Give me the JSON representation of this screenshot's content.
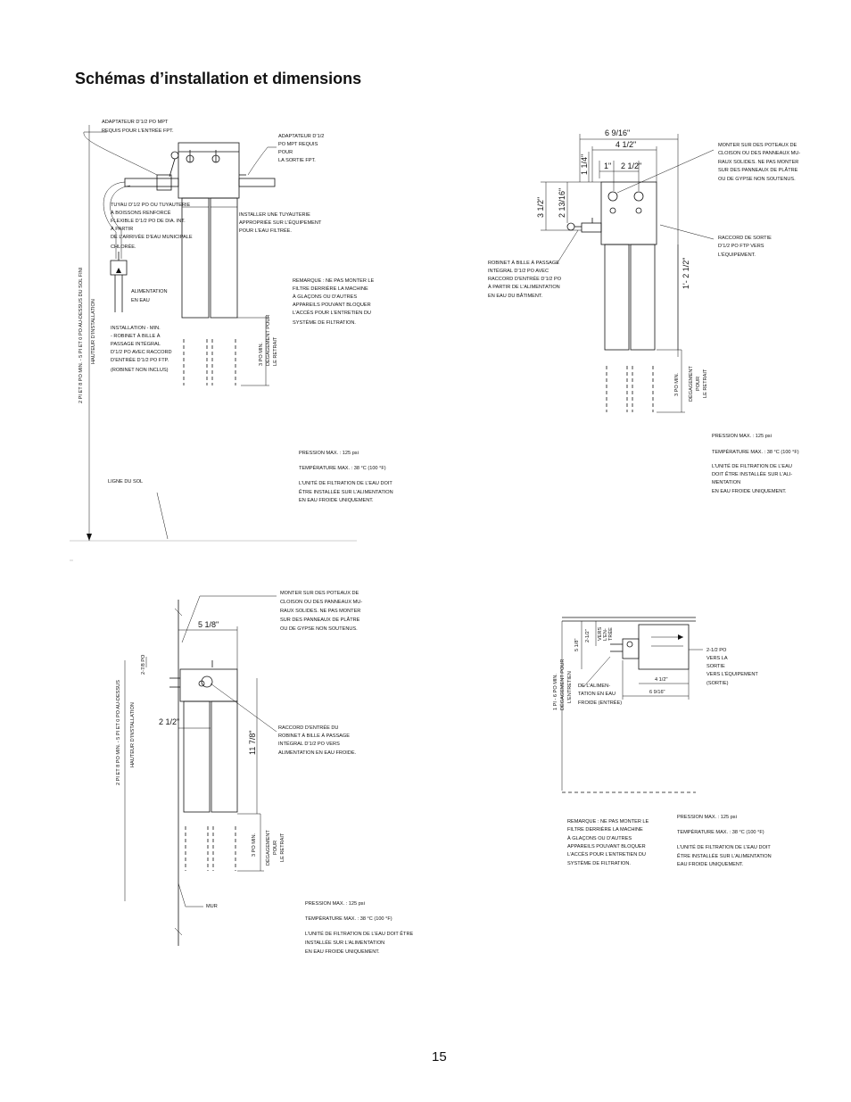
{
  "page": {
    "title": "Schémas d’installation et dimensions",
    "number": "15"
  },
  "diagram1": {
    "adapter_inlet": [
      "ADAPTATEUR D’1/2 PO MPT",
      "REQUIS POUR L’ENTRÉE FPT."
    ],
    "adapter_outlet": [
      "ADAPTATEUR D’1/2",
      "PO MPT REQUIS",
      "POUR",
      "LA SORTIE FPT."
    ],
    "tubing": [
      "TUYAU D’1/2 PO OU TUYAUTERIE",
      "À BOISSONS RENFORCÉ",
      "FLEXIBLE D’1/2 PO DE DIA. INT.",
      "À PARTIR",
      "DE L’ARRIVÉE D’EAU MUNICIPALE",
      "CHLORÉE."
    ],
    "install_pipe": [
      "INSTALLER UNE TUYAUTERIE",
      "APPROPRIÉE SUR L’ÉQUIPEMENT",
      "POUR L’EAU FILTRÉE."
    ],
    "water_supply": [
      "ALIMENTATION",
      "EN EAU"
    ],
    "install_min": [
      "INSTALLATION - MIN.",
      "- ROBINET À BILLE À",
      "PASSAGE INTÉGRAL",
      "D’1/2 PO AVEC RACCORD",
      "D’ENTRÉE D’1/2 PO FTP.",
      "(ROBINET NON INCLUS)"
    ],
    "note": [
      "REMARQUE : NE PAS MONTER LE",
      "FILTRE DERRIÈRE LA MACHINE",
      "À GLAÇONS OU D’AUTRES",
      "APPAREILS POUVANT BLOQUER",
      "L’ACCÈS POUR L’ENTRETIEN DU",
      "SYSTÈME DE FILTRATION."
    ],
    "clearance": [
      "3 PO MIN.",
      "DÉGAGEMENT POUR",
      "LE RETRAIT"
    ],
    "height": [
      "2 PI ET 8 PO MIN. - 5 PI ET 0 PO AU-DESSUS DU SOL FINI",
      "HAUTEUR D’INSTALLATION"
    ],
    "floor_line": "LIGNE DU SOL",
    "pressure": "PRESSION MAX. : 125 psi",
    "temperature": "TEMPÉRATURE MAX. : 38 °C (100 °F)",
    "cold_water": [
      "L’UNITÉ DE FILTRATION DE L’EAU DOIT",
      "ÊTRE INSTALLÉE SUR L’ALIMENTATION",
      "EN EAU FROIDE UNIQUEMENT."
    ]
  },
  "diagram2": {
    "dims": [
      "6 9/16\"",
      "4 1/2\"",
      "1 1/4\"",
      "1\"",
      "2 1/2\"",
      "3 1/2\"",
      "2 13/16\"",
      "1'- 2 1/2\""
    ],
    "mount": [
      "MONTER SUR DES POTEAUX DE",
      "CLOISON OU DES PANNEAUX MU-",
      "RAUX SOLIDES. NE PAS MONTER",
      "SUR DES PANNEAUX DE PLÂTRE",
      "OU DE GYPSE NON SOUTENUS."
    ],
    "outlet": [
      "RACCORD DE SORTIE",
      "D’1/2 PO FTP VERS",
      "L’ÉQUIPEMENT."
    ],
    "ball_valve": [
      "ROBINET À BILLE À PASSAGE",
      "INTÉGRAL D’1/2 PO AVEC",
      "RACCORD D’ENTRÉE D’1/2 PO",
      "À PARTIR DE L’ALIMENTATION",
      "EN EAU DU BÂTIMENT."
    ],
    "clearance": [
      "3 PO MIN.",
      "DÉGAGEMENT",
      "POUR",
      "LE RETRAIT"
    ],
    "pressure": "PRESSION MAX. : 125 psi",
    "temperature": "TEMPÉRATURE MAX. : 38 °C (100 °F)",
    "cold_water": [
      "L’UNITÉ DE FILTRATION DE L’EAU",
      "DOIT ÊTRE INSTALLÉE SUR L’ALI-",
      "MENTATION",
      "EN EAU FROIDE UNIQUEMENT."
    ]
  },
  "diagram3": {
    "dims": [
      "5 1/8\"",
      "2-7/8 PO",
      "2 1/2\"",
      "11 7/8\""
    ],
    "mount": [
      "MONTER SUR DES POTEAUX DE",
      "CLOISON OU DES PANNEAUX MU-",
      "RAUX SOLIDES. NE PAS MONTER",
      "SUR DES PANNEAUX DE PLÂTRE",
      "OU DE GYPSE NON SOUTENUS."
    ],
    "inlet": [
      "RACCORD D’ENTRÉE DU",
      "ROBINET À BILLE À PASSAGE",
      "INTÉGRAL D’1/2 PO VERS",
      "ALIMENTATION EN EAU FROIDE."
    ],
    "height": [
      "2 PI ET 8 PO MIN. - 5 PI ET 0 PO AU-DESSUS",
      "HAUTEUR D’INSTALLATION"
    ],
    "clearance": [
      "3 PO MIN.",
      "DÉGAGEMENT",
      "POUR",
      "LE RETRAIT"
    ],
    "wall": "MUR",
    "pressure": "PRESSION MAX. : 125 psi",
    "temperature": "TEMPÉRATURE MAX. : 38 °C (100 °F)",
    "cold_water": [
      "L’UNITÉ DE FILTRATION DE L’EAU DOIT ÊTRE",
      "INSTALLÉE SUR L’ALIMENTATION",
      "EN EAU FROIDE UNIQUEMENT."
    ]
  },
  "diagram4": {
    "dims": [
      "2-1/2\"",
      "5 1/8\"",
      "4 1/2\"",
      "6 9/16\""
    ],
    "inlet_label": [
      "VERS",
      "L’EN-",
      "TRÉE"
    ],
    "outlet": [
      "2-1/2 PO",
      "VERS LA",
      "SORTIE",
      "VERS L’ÉQUIPEMENT",
      "(SORTIE)"
    ],
    "supply": [
      "DE L’ALIMEN-",
      "TATION EN EAU",
      "FROIDE (ENTRÉE)"
    ],
    "clearance": [
      "1 PI - 6 PO MIN.",
      "DÉGAGEMENT POUR",
      "L’ENTRETIEN"
    ],
    "note": [
      "REMARQUE : NE PAS MONTER LE",
      "FILTRE DERRIÈRE LA MACHINE",
      "À GLAÇONS OU D’AUTRES",
      "APPAREILS POUVANT BLOQUER",
      "L’ACCÈS POUR L’ENTRETIEN DU",
      "SYSTÈME DE FILTRATION."
    ],
    "pressure": "PRESSION MAX. : 125 psi",
    "temperature": "TEMPÉRATURE MAX. : 38 °C (100 °F)",
    "cold_water": [
      "L’UNITÉ DE FILTRATION DE L’EAU DOIT",
      "ÊTRE INSTALLÉE SUR L’ALIMENTATION",
      "EAU FROIDE UNIQUEMENT."
    ]
  }
}
